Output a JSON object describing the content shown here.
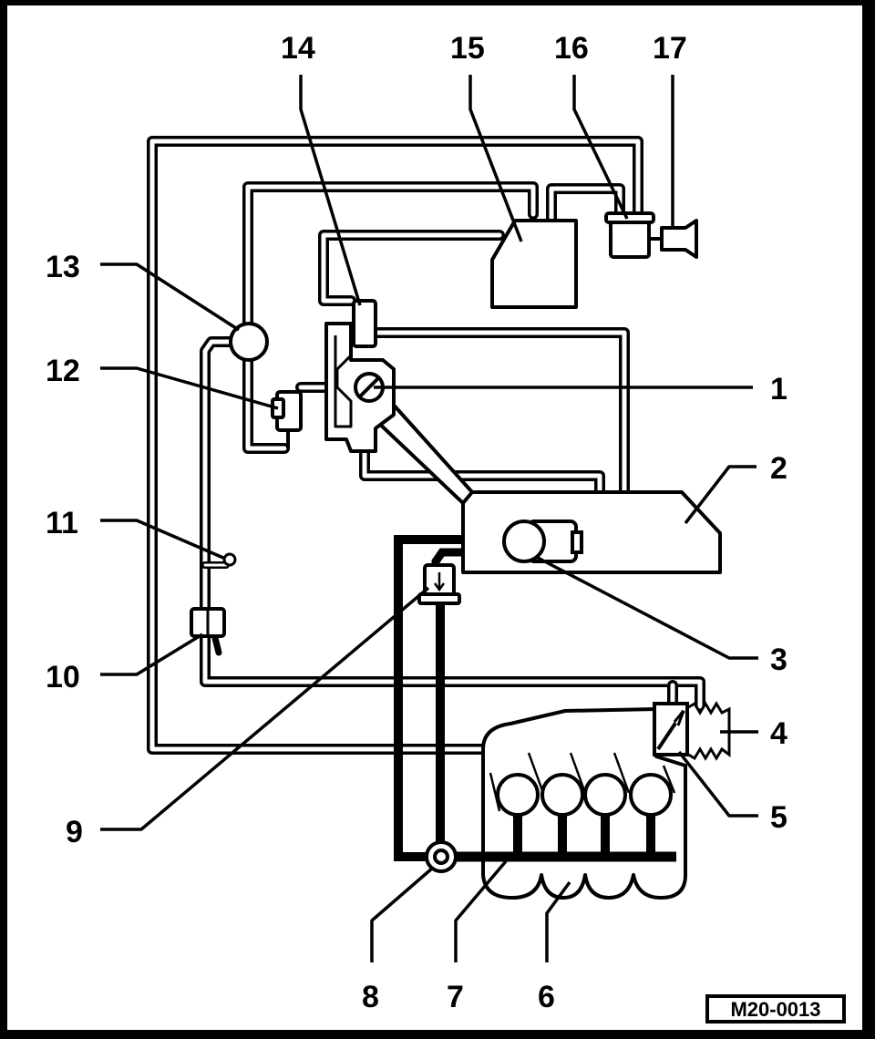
{
  "diagram": {
    "reference_code": "M20-0013",
    "callouts": {
      "c1": "1",
      "c2": "2",
      "c3": "3",
      "c4": "4",
      "c5": "5",
      "c6": "6",
      "c7": "7",
      "c8": "8",
      "c9": "9",
      "c10": "10",
      "c11": "11",
      "c12": "12",
      "c13": "13",
      "c14": "14",
      "c15": "15",
      "c16": "16",
      "c17": "17"
    }
  }
}
